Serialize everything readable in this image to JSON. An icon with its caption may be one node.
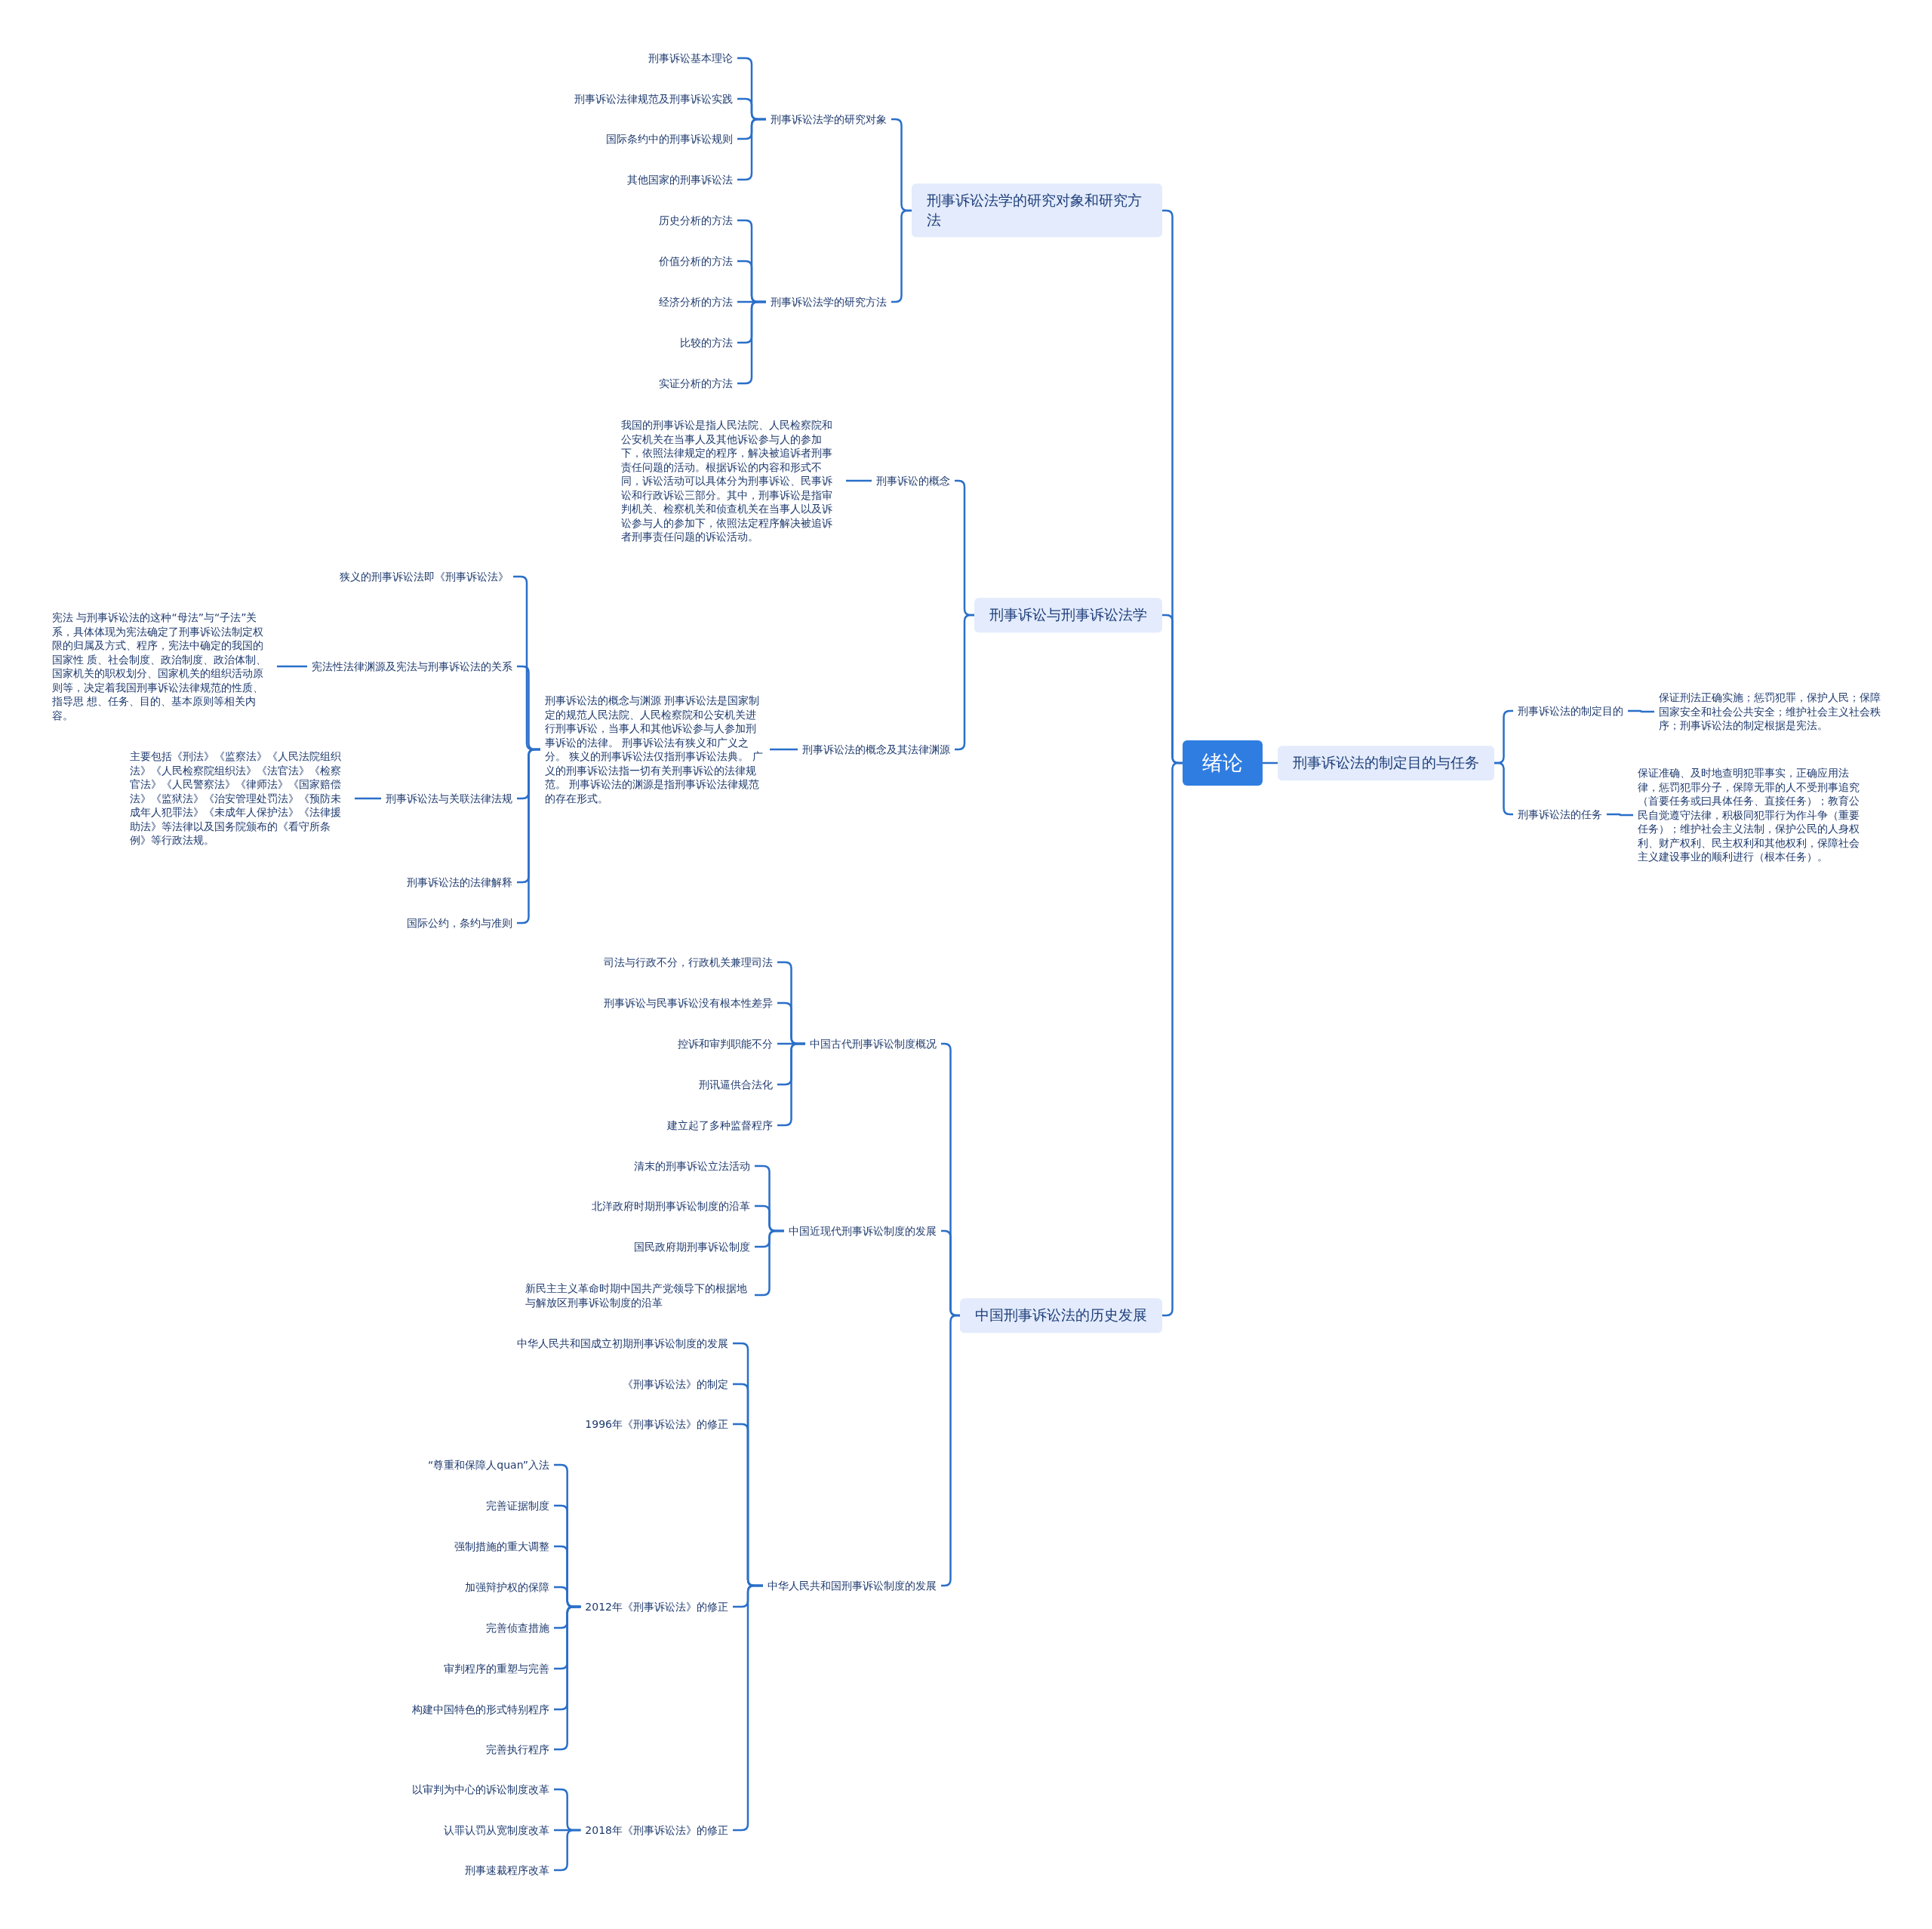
{
  "diagram": {
    "nodes": [
      {
        "text": [
          "绪论"
        ]
      },
      {
        "text": [
          "刑事诉讼法学的研究对象和研究方法"
        ]
      },
      {
        "text": [
          "刑事诉讼法学的研究对象"
        ]
      },
      {
        "text": [
          "刑事诉讼基本理论"
        ]
      },
      {
        "text": [
          "刑事诉讼法律规范及刑事诉讼实践"
        ]
      },
      {
        "text": [
          "国际条约中的刑事诉讼规则"
        ]
      },
      {
        "text": [
          "其他国家的刑事诉讼法"
        ]
      },
      {
        "text": [
          "刑事诉讼法学的研究方法"
        ]
      },
      {
        "text": [
          "历史分析的方法"
        ]
      },
      {
        "text": [
          "价值分析的方法"
        ]
      },
      {
        "text": [
          "经济分析的方法"
        ]
      },
      {
        "text": [
          "比较的方法"
        ]
      },
      {
        "text": [
          "实证分析的方法"
        ]
      },
      {
        "text": [
          "刑事诉讼与刑事诉讼法学"
        ]
      },
      {
        "text": [
          "刑事诉讼的概念"
        ]
      },
      {
        "text": [
          "我国的刑事诉讼是指人民法院、人民检察院和公安机关在当事人及其他诉讼参与人的参加下，依照法律规定的程序，解决被追诉者刑事责任问题的活动。根据诉讼的内容和形式不同，诉讼活动可以具体分为刑事诉讼、民事诉讼和行政诉讼三部分。其中，刑事诉讼是指审判机关、检察机关和侦查机关在当事人以及诉讼参与人的参加下，依照法定程序解决被追诉者刑事责任问题的诉讼活动。"
        ]
      },
      {
        "text": [
          "刑事诉讼法的概念及其法律渊源"
        ]
      },
      {
        "text": [
          "刑事诉讼法的概念与渊源 刑事诉讼法是国家制定的规范人民法院、人民检察院和公安机关进行刑事诉讼，当事人和其他诉讼参与人参加刑事诉讼的法律。 刑事诉讼法有狭义和广义之分。 狭义的刑事诉讼法仅指刑事诉讼法典。 广义的刑事诉讼法指一切有关刑事诉讼的法律规范。 刑事诉讼法的渊源是指刑事诉讼法律规范的存在形式。"
        ]
      },
      {
        "text": [
          "狭义的刑事诉讼法即《刑事诉讼法》"
        ]
      },
      {
        "text": [
          "宪法性法律渊源及宪法与刑事诉讼法的关系"
        ]
      },
      {
        "text": [
          "宪法 与刑事诉讼法的这种“母法”与“子法”关系，具体体现为宪法确定了刑事诉讼法制定权限的归属及方式、程序，宪法中确定的我国的国家性 质、社会制度、政治制度、政治体制、国家机关的职权划分、国家机关的组织活动原则等，决定着我国刑事诉讼法律规范的性质、指导思 想、任务、目的、基本原则等相关内容。"
        ]
      },
      {
        "text": [
          "刑事诉讼法与关联法律法规"
        ]
      },
      {
        "text": [
          "主要包括《刑法》《监察法》《人民法院组织法》《人民检察院组织法》《法官法》《检察官法》《人民警察法》《律师法》《国家赔偿法》《监狱法》《治安管理处罚法》《预防未成年人犯罪法》《未成年人保护法》《法律援助法》等法律以及国务院颁布的《看守所条例》等行政法规。"
        ]
      },
      {
        "text": [
          "刑事诉讼法的法律解释"
        ]
      },
      {
        "text": [
          "国际公约，条约与准则"
        ]
      },
      {
        "text": [
          "刑事诉讼法的制定目的与任务"
        ]
      },
      {
        "text": [
          "刑事诉讼法的制定目的"
        ]
      },
      {
        "text": [
          "保证刑法正确实施；惩罚犯罪，保护人民；保障国家安全和社会公共安全；维护社会主义社会秩序；刑事诉讼法的制定根据是宪法。"
        ]
      },
      {
        "text": [
          "刑事诉讼法的任务"
        ]
      },
      {
        "text": [
          "保证准确、及时地查明犯罪事实，正确应用法律，惩罚犯罪分子，保障无罪的人不受刑事追究（首要任务或曰具体任务、直接任务）；教育公民自觉遵守法律，积极同犯罪行为作斗争（重要任务）；维护社会主义法制，保护公民的人身权利、财产权利、民主权利和其他权利，保障社会主义建设事业的顺利进行（根本任务）。"
        ]
      },
      {
        "text": [
          "中国刑事诉讼法的历史发展"
        ]
      },
      {
        "text": [
          "中国古代刑事诉讼制度概况"
        ]
      },
      {
        "text": [
          "司法与行政不分，行政机关兼理司法"
        ]
      },
      {
        "text": [
          "刑事诉讼与民事诉讼没有根本性差异"
        ]
      },
      {
        "text": [
          "控诉和审判职能不分"
        ]
      },
      {
        "text": [
          "刑讯逼供合法化"
        ]
      },
      {
        "text": [
          "建立起了多种监督程序"
        ]
      },
      {
        "text": [
          "中国近现代刑事诉讼制度的发展"
        ]
      },
      {
        "text": [
          "清末的刑事诉讼立法活动"
        ]
      },
      {
        "text": [
          "北洋政府时期刑事诉讼制度的沿革"
        ]
      },
      {
        "text": [
          "国民政府期刑事诉讼制度"
        ]
      },
      {
        "text": [
          "新民主主义革命时期中国共产党领导下的根据地与解放区刑事诉讼制度的沿革"
        ]
      },
      {
        "text": [
          "中华人民共和国刑事诉讼制度的发展"
        ]
      },
      {
        "text": [
          "中华人民共和国成立初期刑事诉讼制度的发展"
        ]
      },
      {
        "text": [
          "《刑事诉讼法》的制定"
        ]
      },
      {
        "text": [
          "1996年《刑事诉讼法》的修正"
        ]
      },
      {
        "text": [
          "2012年《刑事诉讼法》的修正"
        ]
      },
      {
        "text": [
          "“尊重和保障人quan”入法"
        ]
      },
      {
        "text": [
          "完善证据制度"
        ]
      },
      {
        "text": [
          "强制措施的重大调整"
        ]
      },
      {
        "text": [
          "加强辩护权的保障"
        ]
      },
      {
        "text": [
          "完善侦查措施"
        ]
      },
      {
        "text": [
          "审判程序的重塑与完善"
        ]
      },
      {
        "text": [
          "构建中国特色的形式特别程序"
        ]
      },
      {
        "text": [
          "完善执行程序"
        ]
      },
      {
        "text": [
          "2018年《刑事诉讼法》的修正"
        ]
      },
      {
        "text": [
          "以审判为中心的诉讼制度改革"
        ]
      },
      {
        "text": [
          "认罪认罚从宽制度改革"
        ]
      },
      {
        "text": [
          "刑事速裁程序改革"
        ]
      }
    ],
    "edges": [
      {
        "from": 0,
        "to": 1,
        "arrow": "none"
      },
      {
        "from": 0,
        "to": 13,
        "arrow": "none"
      },
      {
        "from": 0,
        "to": 30,
        "arrow": "none"
      },
      {
        "from": 0,
        "to": 25,
        "arrow": "none"
      },
      {
        "from": 1,
        "to": 2,
        "arrow": "none"
      },
      {
        "from": 1,
        "to": 7,
        "arrow": "none"
      },
      {
        "from": 2,
        "to": 3,
        "arrow": "none"
      },
      {
        "from": 2,
        "to": 4,
        "arrow": "none"
      },
      {
        "from": 2,
        "to": 5,
        "arrow": "none"
      },
      {
        "from": 2,
        "to": 6,
        "arrow": "none"
      },
      {
        "from": 7,
        "to": 8,
        "arrow": "none"
      },
      {
        "from": 7,
        "to": 9,
        "arrow": "none"
      },
      {
        "from": 7,
        "to": 10,
        "arrow": "none"
      },
      {
        "from": 7,
        "to": 11,
        "arrow": "none"
      },
      {
        "from": 7,
        "to": 12,
        "arrow": "none"
      },
      {
        "from": 13,
        "to": 14,
        "arrow": "none"
      },
      {
        "from": 13,
        "to": 16,
        "arrow": "none"
      },
      {
        "from": 14,
        "to": 15,
        "arrow": "none"
      },
      {
        "from": 16,
        "to": 17,
        "arrow": "none"
      },
      {
        "from": 17,
        "to": 18,
        "arrow": "none"
      },
      {
        "from": 17,
        "to": 19,
        "arrow": "none"
      },
      {
        "from": 17,
        "to": 21,
        "arrow": "none"
      },
      {
        "from": 17,
        "to": 23,
        "arrow": "none"
      },
      {
        "from": 17,
        "to": 24,
        "arrow": "none"
      },
      {
        "from": 19,
        "to": 20,
        "arrow": "none"
      },
      {
        "from": 21,
        "to": 22,
        "arrow": "none"
      },
      {
        "from": 25,
        "to": 26,
        "arrow": "none"
      },
      {
        "from": 25,
        "to": 28,
        "arrow": "none"
      },
      {
        "from": 26,
        "to": 27,
        "arrow": "none"
      },
      {
        "from": 28,
        "to": 29,
        "arrow": "none"
      },
      {
        "from": 30,
        "to": 31,
        "arrow": "none"
      },
      {
        "from": 30,
        "to": 37,
        "arrow": "none"
      },
      {
        "from": 30,
        "to": 42,
        "arrow": "none"
      },
      {
        "from": 31,
        "to": 32,
        "arrow": "none"
      },
      {
        "from": 31,
        "to": 33,
        "arrow": "none"
      },
      {
        "from": 31,
        "to": 34,
        "arrow": "none"
      },
      {
        "from": 31,
        "to": 35,
        "arrow": "none"
      },
      {
        "from": 31,
        "to": 36,
        "arrow": "none"
      },
      {
        "from": 37,
        "to": 38,
        "arrow": "none"
      },
      {
        "from": 37,
        "to": 39,
        "arrow": "none"
      },
      {
        "from": 37,
        "to": 40,
        "arrow": "none"
      },
      {
        "from": 37,
        "to": 41,
        "arrow": "none"
      },
      {
        "from": 42,
        "to": 43,
        "arrow": "none"
      },
      {
        "from": 42,
        "to": 44,
        "arrow": "none"
      },
      {
        "from": 42,
        "to": 45,
        "arrow": "none"
      },
      {
        "from": 42,
        "to": 46,
        "arrow": "none"
      },
      {
        "from": 42,
        "to": 55,
        "arrow": "none"
      },
      {
        "from": 46,
        "to": 47,
        "arrow": "none"
      },
      {
        "from": 46,
        "to": 48,
        "arrow": "none"
      },
      {
        "from": 46,
        "to": 49,
        "arrow": "none"
      },
      {
        "from": 46,
        "to": 50,
        "arrow": "none"
      },
      {
        "from": 46,
        "to": 51,
        "arrow": "none"
      },
      {
        "from": 46,
        "to": 52,
        "arrow": "none"
      },
      {
        "from": 46,
        "to": 53,
        "arrow": "none"
      },
      {
        "from": 46,
        "to": 54,
        "arrow": "none"
      },
      {
        "from": 55,
        "to": 56,
        "arrow": "none"
      },
      {
        "from": 55,
        "to": 57,
        "arrow": "none"
      },
      {
        "from": 55,
        "to": 58,
        "arrow": "none"
      }
    ]
  }
}
